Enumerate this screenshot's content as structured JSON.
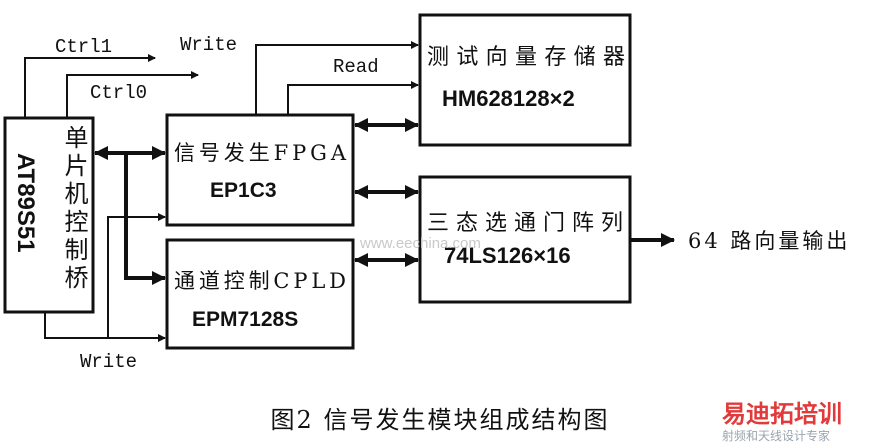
{
  "blocks": {
    "mcu": {
      "line1": "AT89S51",
      "line2": "单片机控制桥"
    },
    "fpga": {
      "title": "信号发生FPGA",
      "part": "EP1C3"
    },
    "cpld": {
      "title": "通道控制CPLD",
      "part": "EPM7128S"
    },
    "memory": {
      "title": "测试向量存储器",
      "part": "HM628128×2"
    },
    "tristate": {
      "title": "三态选通门阵列",
      "part": "74LS126×16"
    }
  },
  "signals": {
    "ctrl11": "Ctrl1",
    "ctrl10": "Ctrl0",
    "write_top": "Write",
    "read": "Read",
    "write_bottom": "Write",
    "output": "64 路向量输出"
  },
  "caption": "图2  信号发生模块组成结构图",
  "watermark": {
    "url": "www.eechina.com",
    "logo_main": "易迪拓培训",
    "logo_sub": "射频和天线设计专家"
  },
  "colors": {
    "ink": "#111111",
    "logo_red": "#e23a3a",
    "logo_gray": "#9aa3ad"
  }
}
